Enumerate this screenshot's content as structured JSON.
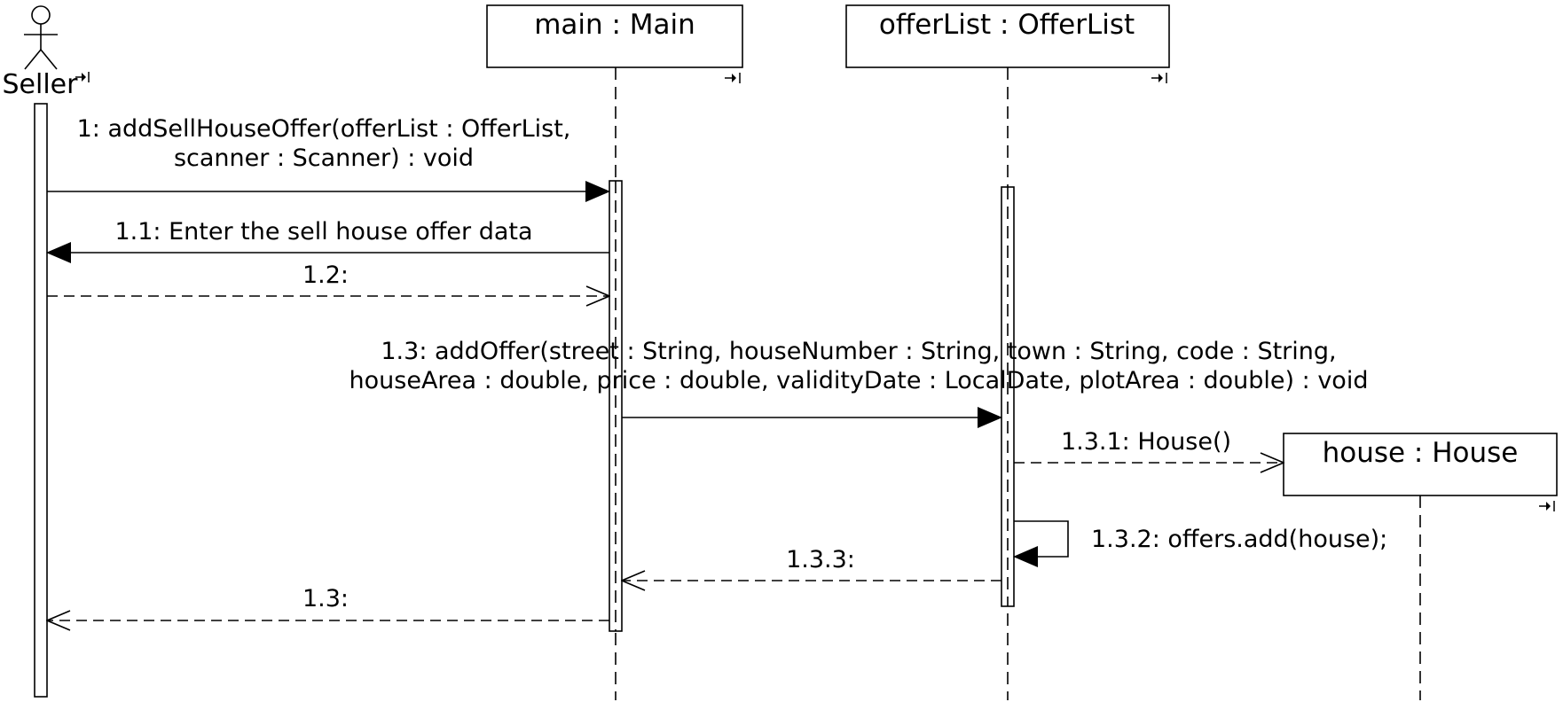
{
  "diagram": {
    "actor": {
      "name": "Seller"
    },
    "lifelines": {
      "main": {
        "label": "main : Main"
      },
      "offerList": {
        "label": "offerList : OfferList"
      },
      "house": {
        "label": "house : House"
      }
    },
    "messages": {
      "m1": {
        "line1": "1: addSellHouseOffer(offerList : OfferList,",
        "line2": "scanner : Scanner) : void"
      },
      "m1_1": {
        "text": "1.1: Enter the sell house offer data"
      },
      "m1_2": {
        "text": "1.2:"
      },
      "m1_3": {
        "line1": "1.3: addOffer(street : String, houseNumber : String, town : String, code : String,",
        "line2": "houseArea : double, price : double, validityDate : LocalDate, plotArea : double) : void"
      },
      "m1_3_1": {
        "text": "1.3.1: House()"
      },
      "m1_3_2": {
        "text": "1.3.2: offers.add(house);"
      },
      "m1_3_3": {
        "text": "1.3.3:"
      },
      "r1_3": {
        "text": "1.3:"
      }
    }
  }
}
